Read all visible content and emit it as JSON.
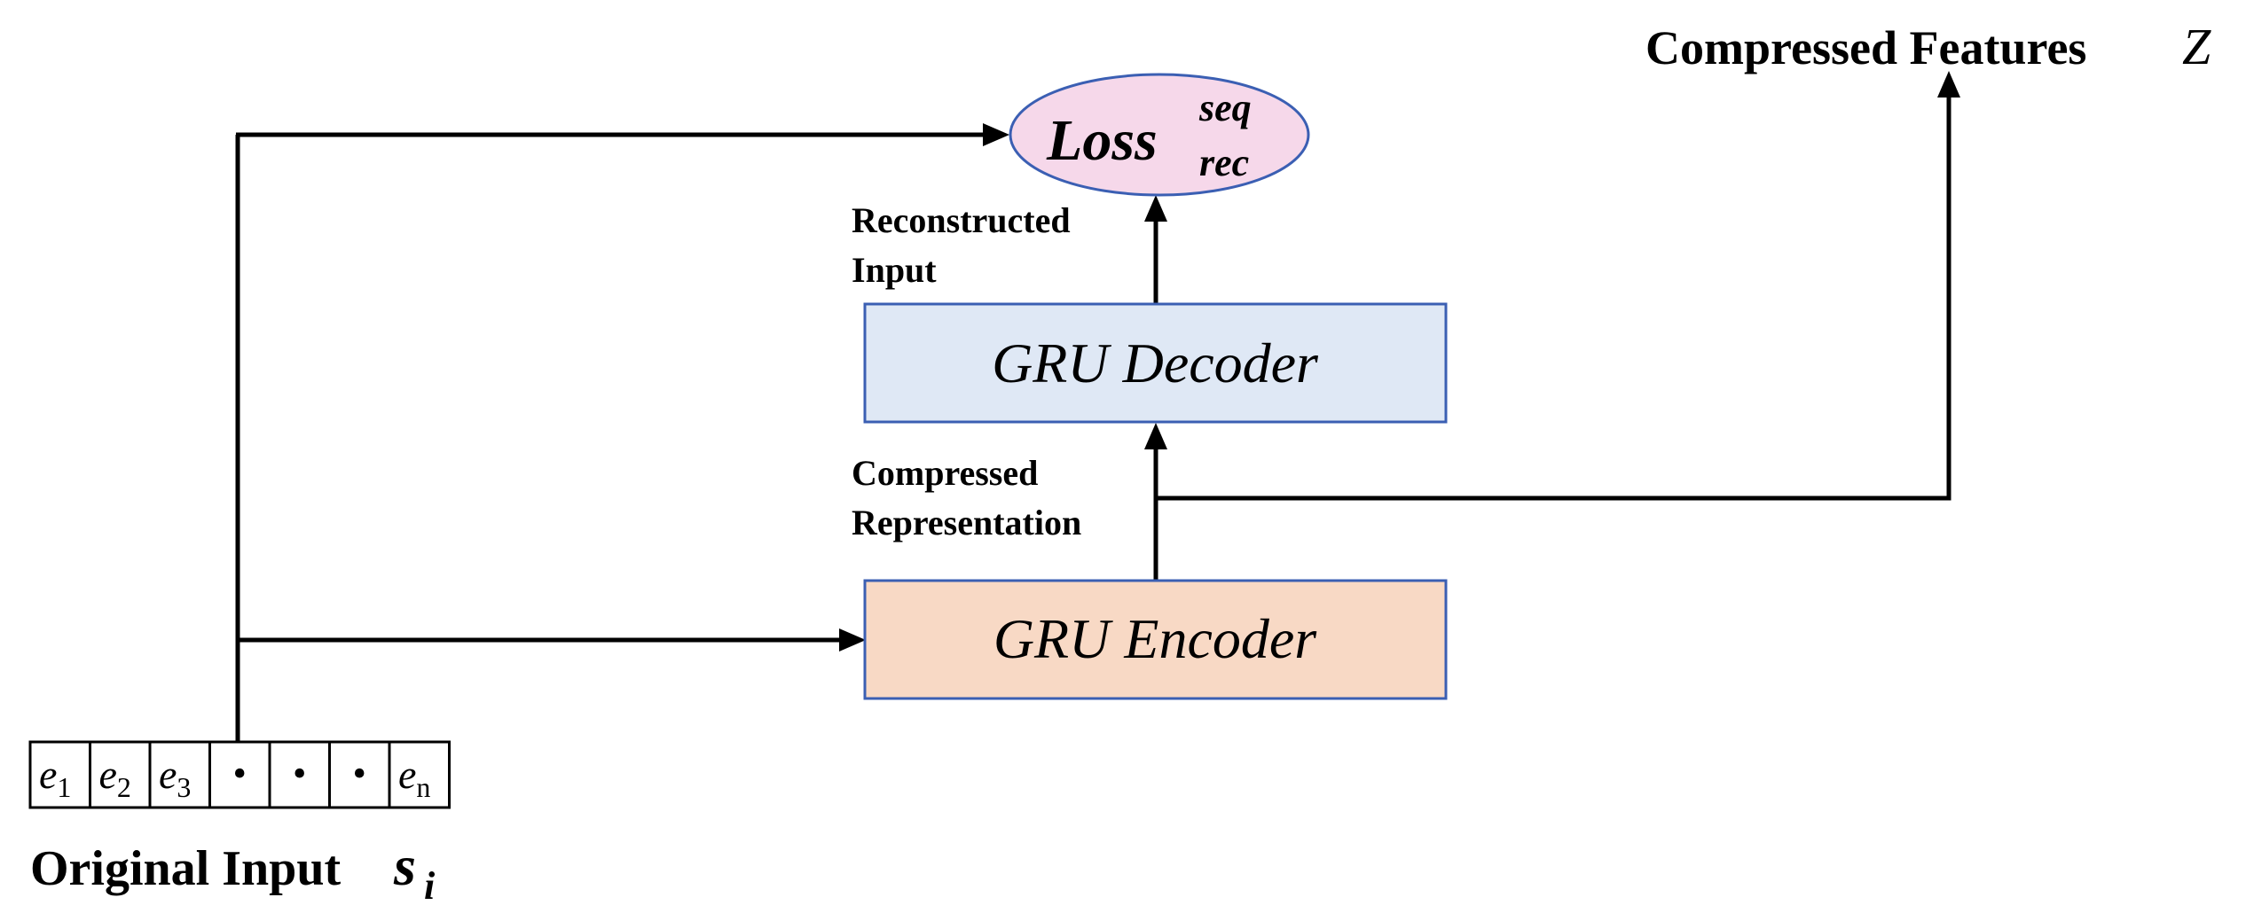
{
  "labels": {
    "original_input": "Original Input",
    "original_input_symbol": "s",
    "original_input_subscript": "i",
    "compressed_features": "Compressed Features",
    "compressed_features_symbol": "Z",
    "reconstructed_input_line1": "Reconstructed",
    "reconstructed_input_line2": "Input",
    "compressed_representation_line1": "Compressed",
    "compressed_representation_line2": "Representation"
  },
  "nodes": {
    "encoder": "GRU Encoder",
    "decoder": "GRU Decoder",
    "loss": {
      "base": "Loss",
      "superscript": "seq",
      "subscript": "rec"
    }
  },
  "sequence": [
    {
      "base": "e",
      "sub": "1"
    },
    {
      "base": "e",
      "sub": "2"
    },
    {
      "base": "e",
      "sub": "3"
    },
    {
      "base": "•",
      "sub": ""
    },
    {
      "base": "•",
      "sub": ""
    },
    {
      "base": "•",
      "sub": ""
    },
    {
      "base": "e",
      "sub": "n"
    }
  ],
  "colors": {
    "encoder_fill": "#f8d9c5",
    "decoder_fill": "#dfe8f5",
    "loss_fill": "#f6d8ea",
    "box_border": "#3b5fb3",
    "line": "#000000"
  }
}
